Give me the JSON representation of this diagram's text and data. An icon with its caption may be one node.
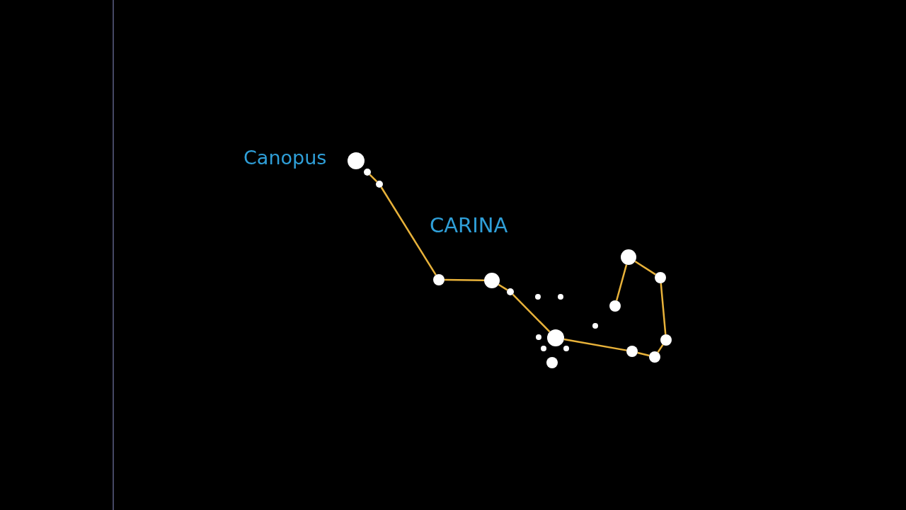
{
  "diagram": {
    "nodes": [
      {
        "text": [],
        "shape": "circle",
        "beside": [
          "Canopus"
        ]
      },
      {
        "text": [],
        "shape": "circle"
      },
      {
        "text": [],
        "shape": "circle"
      },
      {
        "text": [],
        "shape": "circle"
      },
      {
        "text": [],
        "shape": "circle"
      },
      {
        "text": [],
        "shape": "circle"
      },
      {
        "text": [],
        "shape": "circle"
      },
      {
        "text": [],
        "shape": "circle"
      },
      {
        "text": [],
        "shape": "circle"
      },
      {
        "text": [],
        "shape": "circle"
      },
      {
        "text": [],
        "shape": "circle"
      },
      {
        "text": [],
        "shape": "circle"
      },
      {
        "text": [],
        "shape": "circle"
      },
      {
        "text": [],
        "shape": "circle"
      },
      {
        "text": [],
        "shape": "circle"
      },
      {
        "text": [],
        "shape": "circle"
      },
      {
        "text": [],
        "shape": "circle"
      },
      {
        "text": [],
        "shape": "circle"
      },
      {
        "text": [],
        "shape": "circle"
      },
      {
        "text": [],
        "shape": "circle"
      }
    ],
    "edges": [
      {
        "from": 1,
        "to": 2,
        "arrow": "none"
      },
      {
        "from": 2,
        "to": 3,
        "arrow": "none"
      },
      {
        "from": 3,
        "to": 4,
        "arrow": "none"
      },
      {
        "from": 4,
        "to": 5,
        "arrow": "none"
      },
      {
        "from": 5,
        "to": 6,
        "arrow": "none"
      },
      {
        "from": 6,
        "to": 9,
        "arrow": "none"
      },
      {
        "from": 9,
        "to": 10,
        "arrow": "none"
      },
      {
        "from": 10,
        "to": 12,
        "arrow": "none"
      },
      {
        "from": 12,
        "to": 11,
        "arrow": "none"
      },
      {
        "from": 11,
        "to": 8,
        "arrow": "none"
      },
      {
        "from": 8,
        "to": 7,
        "arrow": "none"
      }
    ],
    "labels": [
      "CARINA"
    ]
  }
}
